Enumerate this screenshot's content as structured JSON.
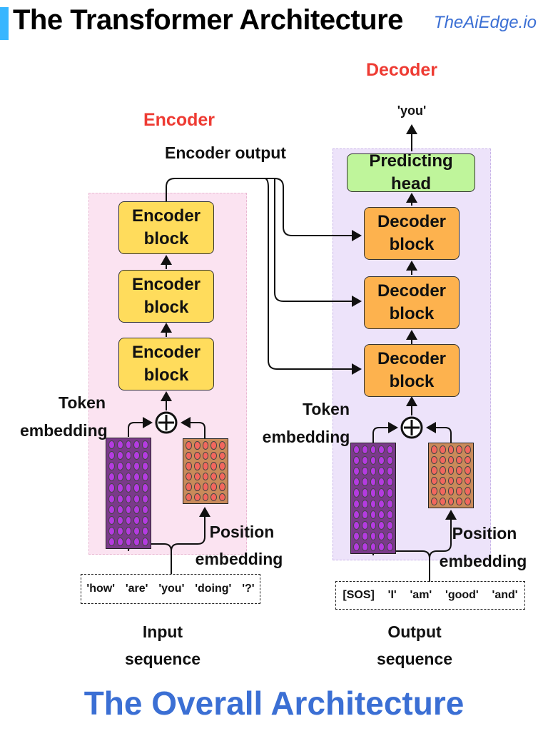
{
  "header": {
    "title": "The Transformer Architecture",
    "brand": "TheAiEdge.io"
  },
  "encoder": {
    "section_label": "Encoder",
    "output_label": "Encoder output",
    "blocks": [
      {
        "line1": "Encoder",
        "line2": "block"
      },
      {
        "line1": "Encoder",
        "line2": "block"
      },
      {
        "line1": "Encoder",
        "line2": "block"
      }
    ],
    "token_embedding_label": {
      "line1": "Token",
      "line2": "embedding"
    },
    "position_embedding_label": {
      "line1": "Position",
      "line2": "embedding"
    },
    "input_tokens": [
      "'how'",
      "'are'",
      "'you'",
      "'doing'",
      "'?'"
    ],
    "input_label": {
      "line1": "Input",
      "line2": "sequence"
    },
    "token_embedding_matrix": {
      "rows": 10,
      "cols": 5
    },
    "position_embedding_matrix": {
      "rows": 6,
      "cols": 5
    }
  },
  "decoder": {
    "section_label": "Decoder",
    "output_token": "'you'",
    "predicting_head": "Predicting head",
    "blocks": [
      {
        "line1": "Decoder",
        "line2": "block"
      },
      {
        "line1": "Decoder",
        "line2": "block"
      },
      {
        "line1": "Decoder",
        "line2": "block"
      }
    ],
    "token_embedding_label": {
      "line1": "Token",
      "line2": "embedding"
    },
    "position_embedding_label": {
      "line1": "Position",
      "line2": "embedding"
    },
    "output_tokens": [
      "[SOS]",
      "'I'",
      "'am'",
      "'good'",
      "'and'"
    ],
    "output_label": {
      "line1": "Output",
      "line2": "sequence"
    },
    "token_embedding_matrix": {
      "rows": 10,
      "cols": 5
    },
    "position_embedding_matrix": {
      "rows": 6,
      "cols": 5
    }
  },
  "footer": {
    "title": "The Overall Architecture"
  },
  "colors": {
    "accent_blue": "#38B6FF",
    "brand_blue": "#3B6FD4",
    "section_red": "#EE3B33",
    "encoder_panel": "#FBE3F1",
    "decoder_panel": "#EDE3FA",
    "encoder_block": "#FFDC5C",
    "decoder_block": "#FDB24E",
    "predicting_head": "#BFF59B",
    "token_dot": "#B43BE0",
    "position_dot": "#F2675E"
  }
}
